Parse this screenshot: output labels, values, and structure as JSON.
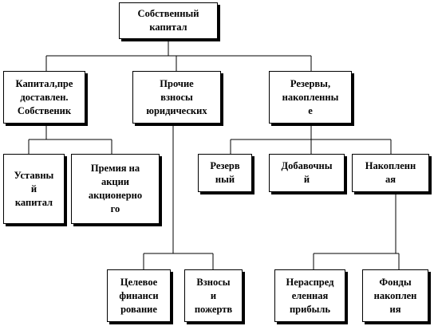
{
  "colors": {
    "line": "#000000",
    "box_border": "#000000",
    "box_shadow": "#000000",
    "background": "#ffffff"
  },
  "nodes": {
    "root": "Собственный\nкапитал",
    "paid_in": "Капитал,пре\nдоставлен.\nСобственик",
    "other_contributions": "Прочие\nвзносы\nюридических",
    "reserves": "Резервы,\nнакопленны\nе",
    "charter_capital": "Уставны\nй\nкапитал",
    "share_premium": "Премия на\nакции\nакционерно\nго",
    "reserve": "Резерв\nный",
    "additional": "Добавочны\nй",
    "accumulated": "Накопленн\nая",
    "target_financing": "Целевое\nфинанси\nрование",
    "contributions_donations": "Взносы\nи\nпожертв",
    "retained_earnings": "Нераспред\nеленная\nприбыль",
    "accumulation_funds": "Фонды\nнакоплен\nия"
  }
}
